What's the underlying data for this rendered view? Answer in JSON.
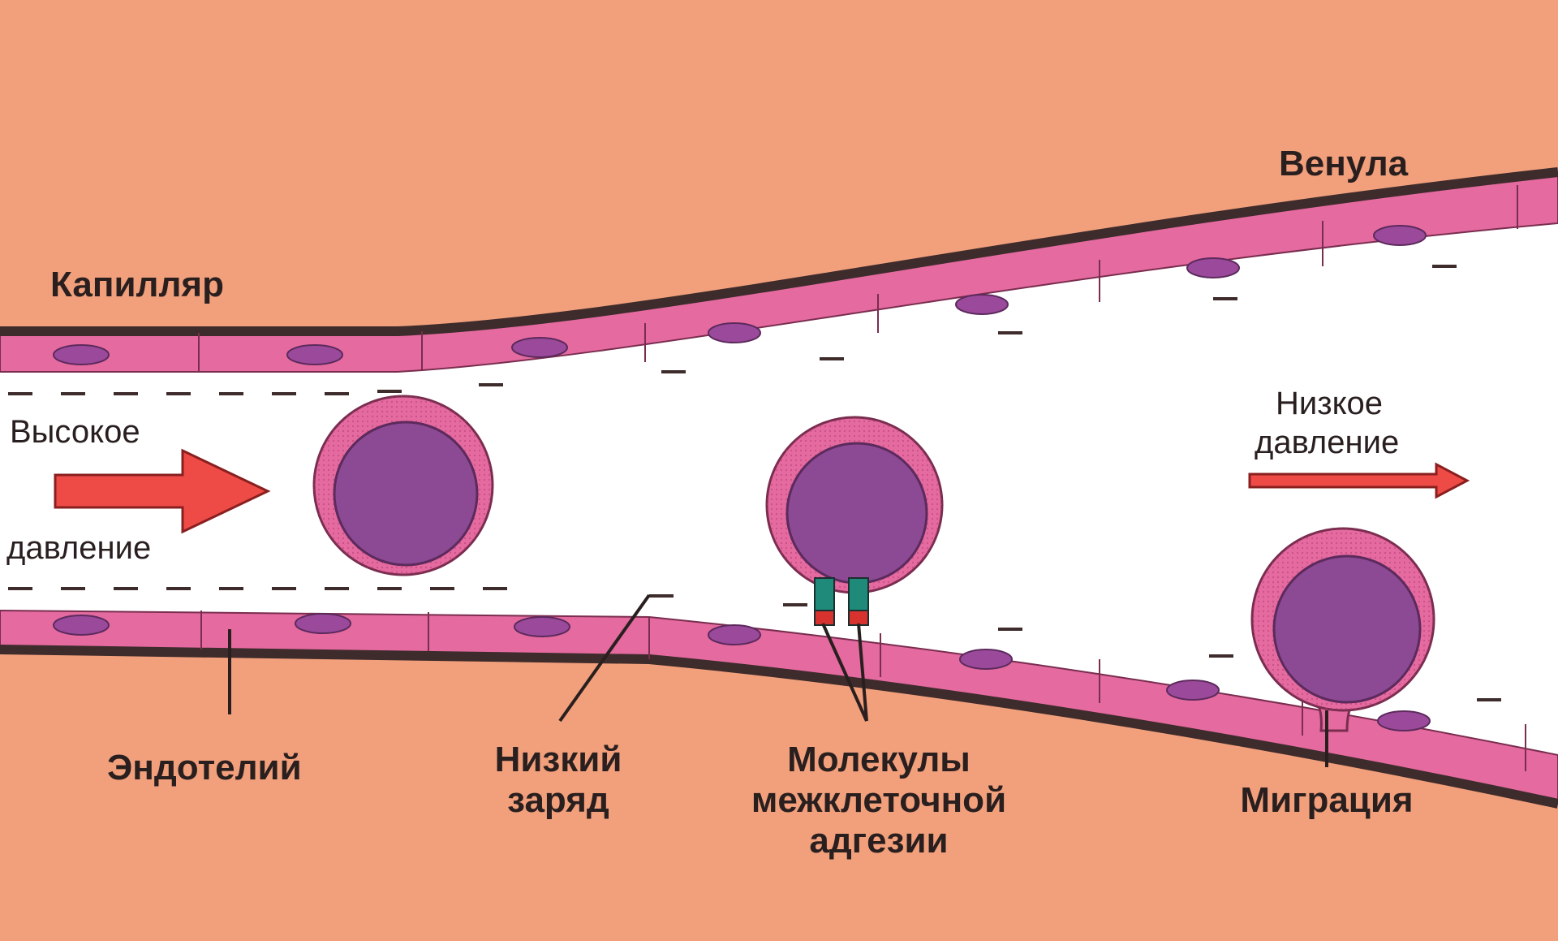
{
  "labels": {
    "venule": "Венула",
    "capillary": "Капилляр",
    "high_pressure_1": "Высокое",
    "high_pressure_2": "давление",
    "low_pressure_1": "Низкое",
    "low_pressure_2": "давление",
    "endothelium": "Эндотелий",
    "low_charge_1": "Низкий",
    "low_charge_2": "заряд",
    "adhesion_1": "Молекулы",
    "adhesion_2": "межклеточной",
    "adhesion_3": "адгезии",
    "migration": "Миграция"
  },
  "colors": {
    "tissue": "#f2a07c",
    "lumen": "#ffffff",
    "membrane": "#3e2b2b",
    "endothelial_cell": "#e46aa0",
    "nucleus": "#9b4a9b",
    "leukocyte_rim": "#e46aa0",
    "leukocyte_body": "#8c4a94",
    "arrow": "#ee4b47",
    "adhesion_top": "#1f8a7a",
    "adhesion_bottom": "#d8322e"
  }
}
